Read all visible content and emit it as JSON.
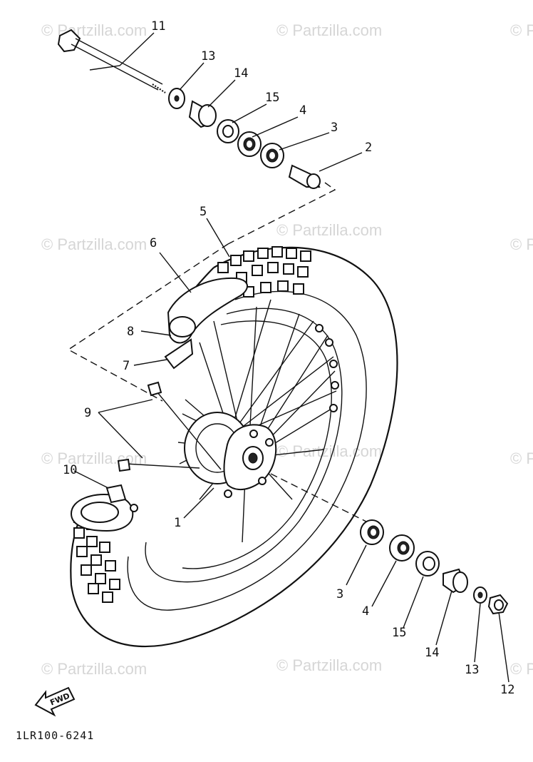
{
  "watermark_text": "© Partzilla.com",
  "diagram_code": "1LR100-6241",
  "fwd_label": "FWD",
  "labels": {
    "n1": "1",
    "n2": "2",
    "n3_top": "3",
    "n4_top": "4",
    "n5": "5",
    "n6": "6",
    "n7": "7",
    "n8": "8",
    "n9": "9",
    "n10": "10",
    "n11": "11",
    "n13_top": "13",
    "n14_top": "14",
    "n15_top": "15",
    "n3_bot": "3",
    "n4_bot": "4",
    "n15_bot": "15",
    "n14_bot": "14",
    "n13_bot": "13",
    "n12": "12"
  },
  "colors": {
    "ink": "#111111",
    "watermark": "#d6d6d6",
    "background": "#ffffff"
  }
}
